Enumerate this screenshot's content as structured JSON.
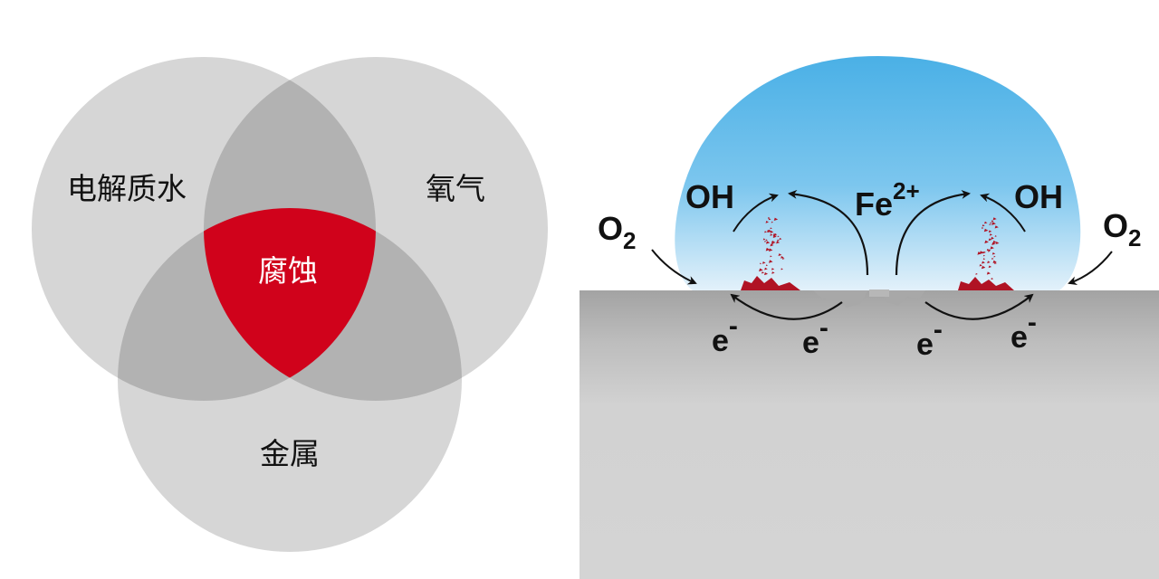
{
  "venn": {
    "sets": {
      "electrolyte_water": "电解质水",
      "oxygen": "氧气",
      "metal": "金属"
    },
    "intersection": "腐蚀",
    "colors": {
      "circle": "#c8c8c8",
      "overlap": "#a9a9a9",
      "intersection": "#d0021b",
      "intersection_text": "#ffffff"
    }
  },
  "corrosion": {
    "oxygen_left": {
      "base": "O",
      "sub": "2"
    },
    "oxygen_right": {
      "base": "O",
      "sub": "2"
    },
    "hydroxide_left": "OH",
    "hydroxide_right": "OH",
    "iron_ion": {
      "base": "Fe",
      "sup": "2+"
    },
    "electrons": [
      {
        "base": "e",
        "sup": "-"
      },
      {
        "base": "e",
        "sup": "-"
      },
      {
        "base": "e",
        "sup": "-"
      },
      {
        "base": "e",
        "sup": "-"
      }
    ],
    "colors": {
      "droplet_top": "#4db3e6",
      "droplet_bottom": "#dcecf7",
      "metal_top": "#a6a6a6",
      "metal_bottom": "#d3d3d3",
      "rust": "#b01324"
    }
  }
}
